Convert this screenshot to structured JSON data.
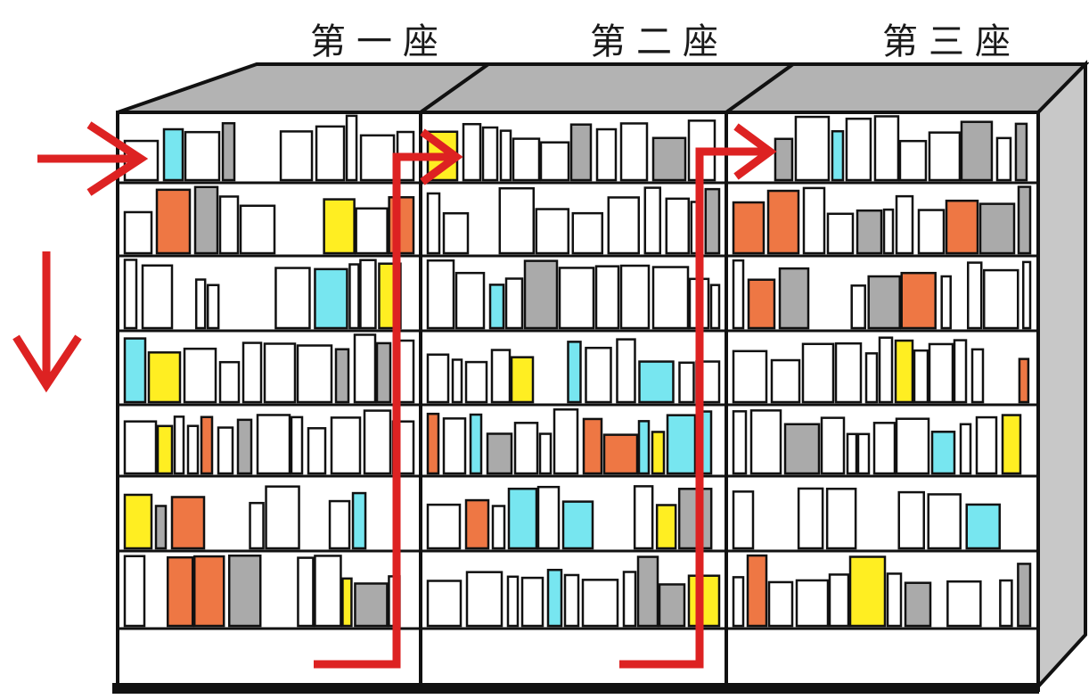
{
  "labels": {
    "case1": "第一座",
    "case2": "第二座",
    "case3": "第三座"
  },
  "colors": {
    "outline": "#111111",
    "top_face": "#b3b3b3",
    "side_face": "#c8c8c8",
    "book_white": "#ffffff",
    "book_gray": "#aaaaaa",
    "book_yellow": "#ffee22",
    "book_cyan": "#77e6f0",
    "book_orange": "#ee7744",
    "arrow": "#dd2222"
  },
  "diagram": {
    "bookcases": 3,
    "shelves_per_case": 7,
    "reading_order": [
      "case1",
      "case2",
      "case3"
    ]
  }
}
